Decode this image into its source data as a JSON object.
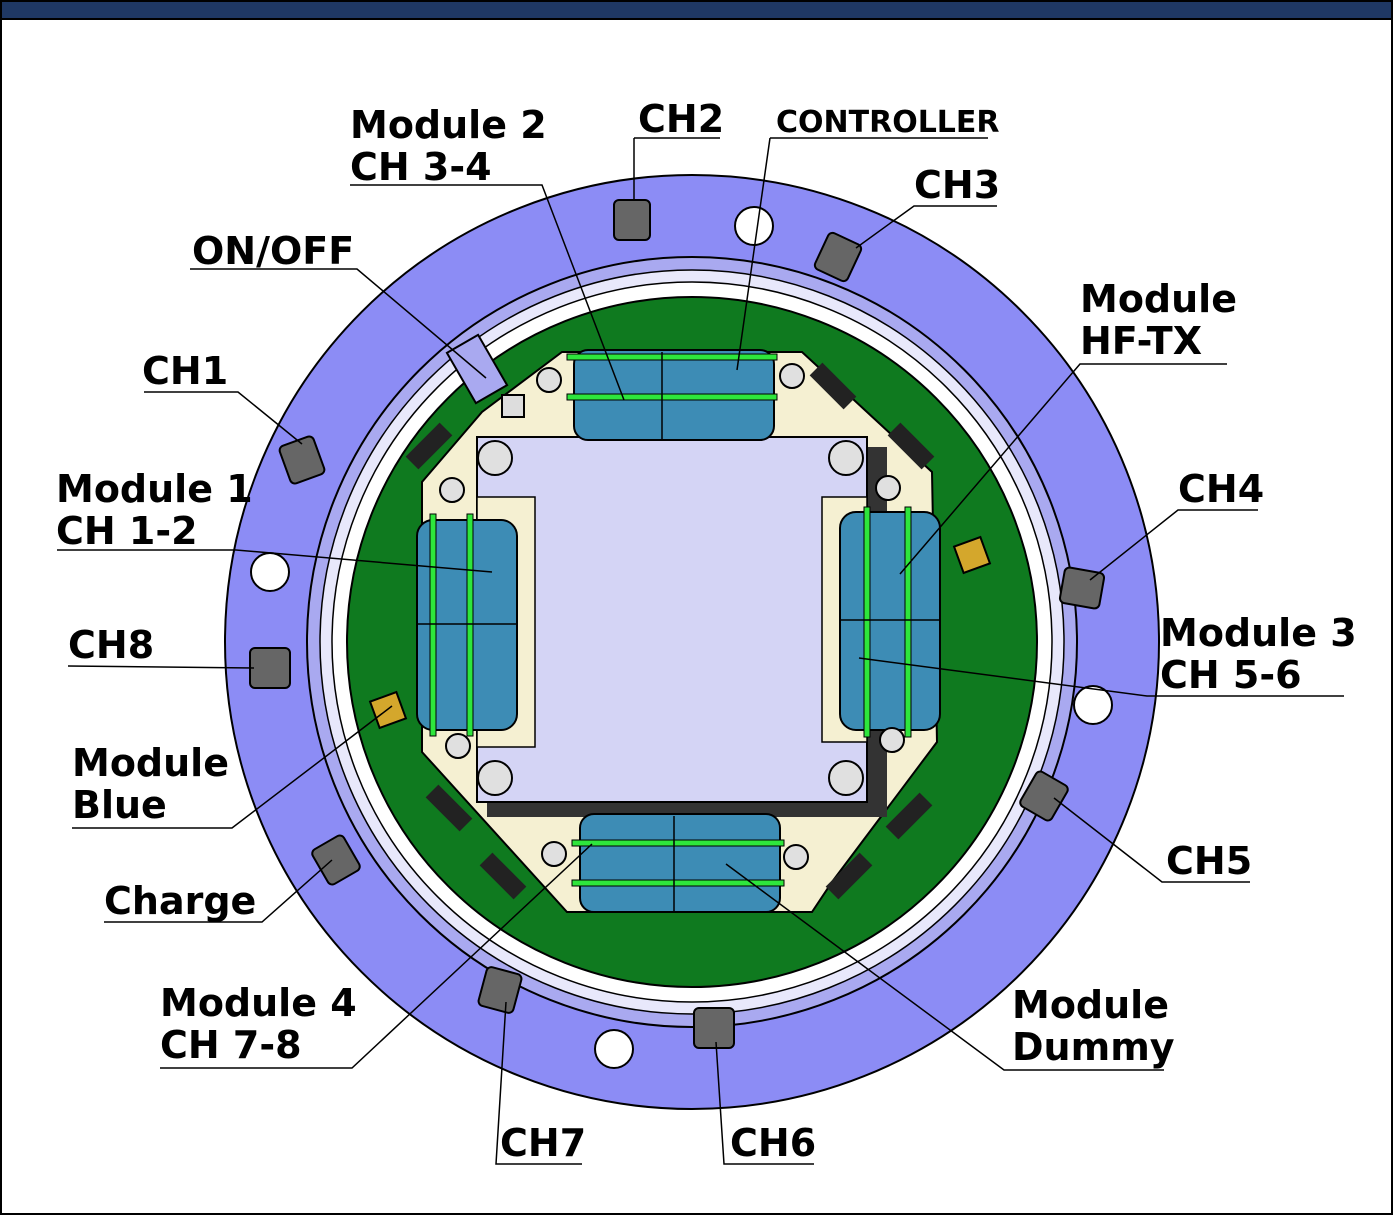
{
  "labels": {
    "module2_l1": "Module 2",
    "module2_l2": "CH 3-4",
    "ch2": "CH2",
    "controller": "CONTROLLER",
    "ch3": "CH3",
    "onoff": "ON/OFF",
    "hftx_l1": "Module",
    "hftx_l2": "HF-TX",
    "ch1": "CH1",
    "module1_l1": "Module 1",
    "module1_l2": "CH 1-2",
    "ch4": "CH4",
    "module3_l1": "Module 3",
    "module3_l2": "CH 5-6",
    "ch8": "CH8",
    "blue_l1": "Module",
    "blue_l2": "Blue",
    "ch5": "CH5",
    "charge": "Charge",
    "module4_l1": "Module 4",
    "module4_l2": "CH 7-8",
    "dummy_l1": "Module",
    "dummy_l2": "Dummy",
    "ch7": "CH7",
    "ch6": "CH6"
  },
  "colors": {
    "outer_ring": "#8c8cf5",
    "inner_ring": "#a9a9f0",
    "pcb": "#0f7a1f",
    "bracket": "#f5f0d2",
    "center_plate": "#d4d4f5",
    "battery": "#3d8cb5",
    "battery_strap": "#2ee63c",
    "connector": "#555555"
  }
}
